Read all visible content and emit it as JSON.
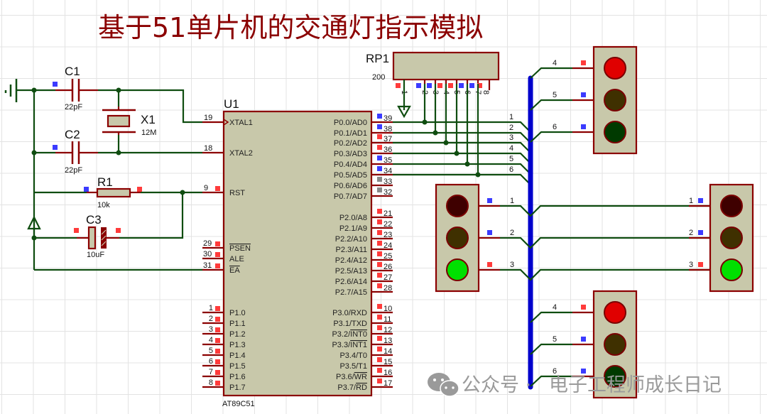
{
  "title": "基于51单片机的交通灯指示模拟",
  "watermark": {
    "prefix": "公众号 ·",
    "name": "电子工程师成长日记",
    "icon": "wechat-icon"
  },
  "components": {
    "C1": {
      "ref": "C1",
      "value": "22pF"
    },
    "C2": {
      "ref": "C2",
      "value": "22pF"
    },
    "C3": {
      "ref": "C3",
      "value": "10uF"
    },
    "X1": {
      "ref": "X1",
      "value": "12M"
    },
    "R1": {
      "ref": "R1",
      "value": "10k"
    },
    "RP1": {
      "ref": "RP1",
      "value": "200",
      "pins": [
        "1",
        "2",
        "3",
        "4",
        "5",
        "6",
        "7",
        "8"
      ]
    },
    "U1": {
      "ref": "U1",
      "part": "AT89C51"
    }
  },
  "u1_left_pins": [
    {
      "num": "19",
      "name": "XTAL1"
    },
    {
      "num": "18",
      "name": "XTAL2"
    },
    {
      "num": "9",
      "name": "RST"
    },
    {
      "num": "29",
      "name": "PSEN"
    },
    {
      "num": "30",
      "name": "ALE"
    },
    {
      "num": "31",
      "name": "EA"
    },
    {
      "num": "1",
      "name": "P1.0"
    },
    {
      "num": "2",
      "name": "P1.1"
    },
    {
      "num": "3",
      "name": "P1.2"
    },
    {
      "num": "4",
      "name": "P1.3"
    },
    {
      "num": "5",
      "name": "P1.4"
    },
    {
      "num": "6",
      "name": "P1.5"
    },
    {
      "num": "7",
      "name": "P1.6"
    },
    {
      "num": "8",
      "name": "P1.7"
    }
  ],
  "u1_right_pins": [
    {
      "num": "39",
      "name": "P0.0/AD0",
      "state": "low"
    },
    {
      "num": "38",
      "name": "P0.1/AD1",
      "state": "low"
    },
    {
      "num": "37",
      "name": "P0.2/AD2",
      "state": "high"
    },
    {
      "num": "36",
      "name": "P0.3/AD3",
      "state": "high"
    },
    {
      "num": "35",
      "name": "P0.4/AD4",
      "state": "low"
    },
    {
      "num": "34",
      "name": "P0.5/AD5",
      "state": "low"
    },
    {
      "num": "33",
      "name": "P0.6/AD6",
      "state": "float"
    },
    {
      "num": "32",
      "name": "P0.7/AD7",
      "state": "float"
    },
    {
      "num": "21",
      "name": "P2.0/A8",
      "state": "high"
    },
    {
      "num": "22",
      "name": "P2.1/A9",
      "state": "high"
    },
    {
      "num": "23",
      "name": "P2.2/A10",
      "state": "high"
    },
    {
      "num": "24",
      "name": "P2.3/A11",
      "state": "high"
    },
    {
      "num": "25",
      "name": "P2.4/A12",
      "state": "high"
    },
    {
      "num": "26",
      "name": "P2.5/A13",
      "state": "high"
    },
    {
      "num": "27",
      "name": "P2.6/A14",
      "state": "high"
    },
    {
      "num": "28",
      "name": "P2.7/A15",
      "state": "high"
    },
    {
      "num": "10",
      "name": "P3.0/RXD",
      "state": "high"
    },
    {
      "num": "11",
      "name": "P3.1/TXD",
      "state": "high"
    },
    {
      "num": "12",
      "name": "P3.2/INT0",
      "state": "high"
    },
    {
      "num": "13",
      "name": "P3.3/INT1",
      "state": "high"
    },
    {
      "num": "14",
      "name": "P3.4/T0",
      "state": "high"
    },
    {
      "num": "15",
      "name": "P3.5/T1",
      "state": "high"
    },
    {
      "num": "16",
      "name": "P3.6/WR",
      "state": "high"
    },
    {
      "num": "17",
      "name": "P3.7/RD",
      "state": "high"
    }
  ],
  "bus_net_labels": [
    "1",
    "2",
    "3",
    "4",
    "5",
    "6"
  ],
  "traffic_lights": [
    {
      "id": "north",
      "pins": [
        "4",
        "5",
        "6"
      ],
      "red": "on",
      "yellow": "off",
      "green": "off"
    },
    {
      "id": "west",
      "pins": [
        "1",
        "2",
        "3"
      ],
      "red": "off",
      "yellow": "off",
      "green": "on"
    },
    {
      "id": "east",
      "pins": [
        "1",
        "2",
        "3"
      ],
      "red": "off",
      "yellow": "off",
      "green": "on"
    },
    {
      "id": "south",
      "pins": [
        "4",
        "5",
        "6"
      ],
      "red": "on",
      "yellow": "off",
      "green": "off"
    }
  ],
  "colors": {
    "title": "#8b0000",
    "wire": "#0f4d10",
    "bus": "#0000cc",
    "pin_high": "#ff3b3b",
    "pin_low": "#3b3bff",
    "red_on": "#e00000",
    "red_off": "#3f0000",
    "yellow_off": "#3f3000",
    "green_on": "#00e000",
    "green_off": "#003a00"
  }
}
